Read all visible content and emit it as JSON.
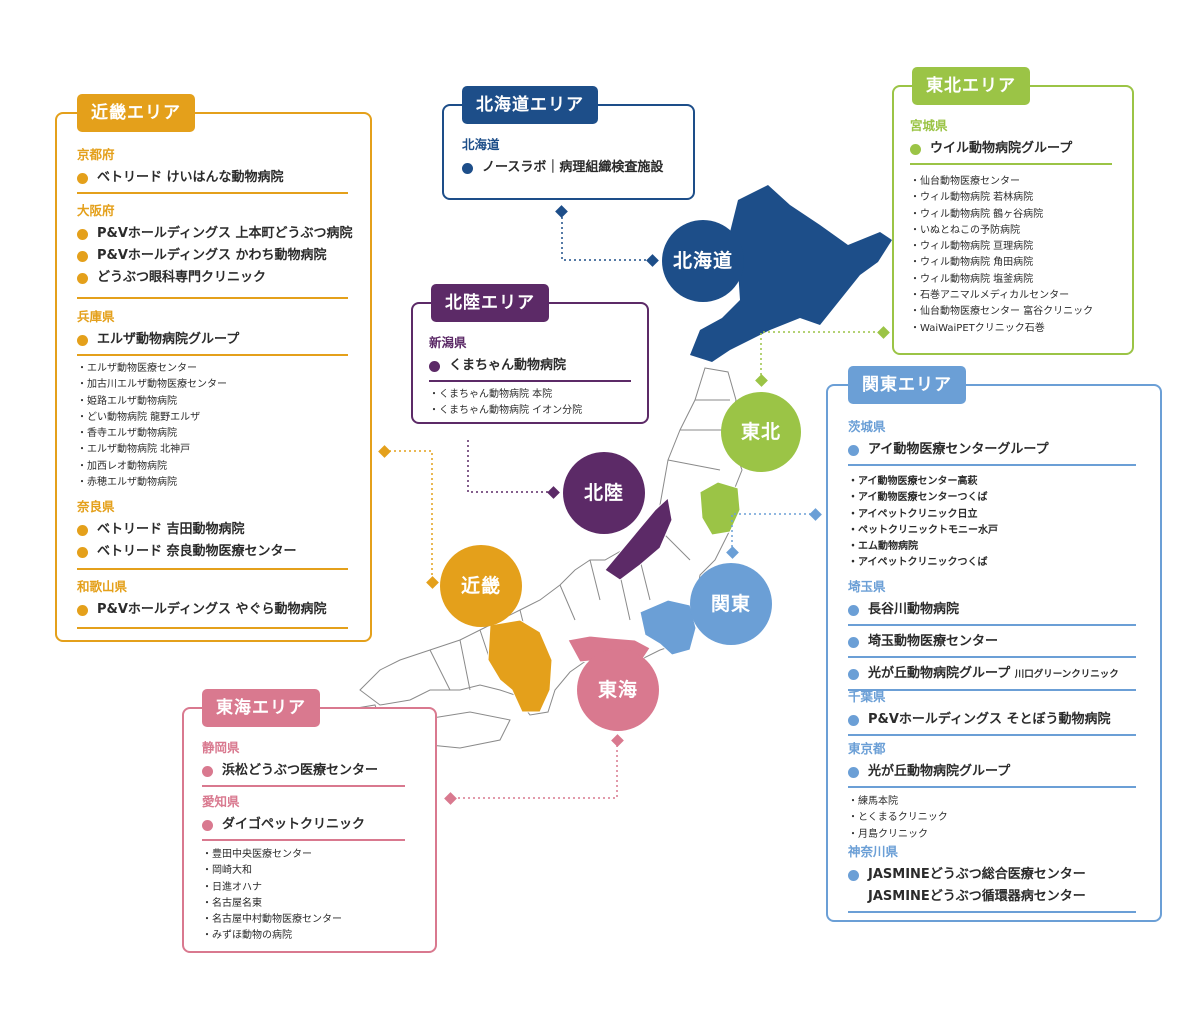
{
  "colors": {
    "hokkaido": "#1d4e89",
    "tohoku": "#9bc446",
    "kanto": "#6b9fd6",
    "tokai": "#d9798f",
    "kinki": "#e4a01b",
    "hokuriku": "#5c2a67"
  },
  "regions": {
    "hokkaido": "北海道",
    "tohoku": "東北",
    "hokuriku": "北陸",
    "kanto": "関東",
    "kinki": "近畿",
    "tokai": "東海"
  },
  "kinki": {
    "title": "近畿エリア",
    "kyoto": {
      "pref": "京都府",
      "items": [
        "ベトリード けいはんな動物病院"
      ]
    },
    "osaka": {
      "pref": "大阪府",
      "items": [
        "P&Vホールディングス 上本町どうぶつ病院",
        "P&Vホールディングス かわち動物病院",
        "どうぶつ眼科専門クリニック"
      ]
    },
    "hyogo": {
      "pref": "兵庫県",
      "items": [
        "エルザ動物病院グループ"
      ],
      "subs": [
        "・エルザ動物医療センター",
        "・加古川エルザ動物医療センター",
        "・姫路エルザ動物病院",
        "・どい動物病院 龍野エルザ",
        "・香寺エルザ動物病院",
        "・エルザ動物病院 北神戸",
        "・加西レオ動物病院",
        "・赤穂エルザ動物病院"
      ]
    },
    "nara": {
      "pref": "奈良県",
      "items": [
        "ベトリード 吉田動物病院",
        "ベトリード 奈良動物医療センター"
      ]
    },
    "wakayama": {
      "pref": "和歌山県",
      "items": [
        "P&Vホールディングス やぐら動物病院"
      ]
    }
  },
  "hokkaido": {
    "title": "北海道エリア",
    "pref": "北海道",
    "items": [
      "ノースラボ｜病理組織検査施設"
    ]
  },
  "hokuriku": {
    "title": "北陸エリア",
    "pref": "新潟県",
    "items": [
      "くまちゃん動物病院"
    ],
    "subs": [
      "・くまちゃん動物病院 本院",
      "・くまちゃん動物病院 イオン分院"
    ]
  },
  "tohoku": {
    "title": "東北エリア",
    "pref": "宮城県",
    "items": [
      "ウイル動物病院グループ"
    ],
    "subs": [
      "・仙台動物医療センター",
      "・ウィル動物病院 若林病院",
      "・ウィル動物病院 鶴ヶ谷病院",
      "・いぬとねこの予防病院",
      "・ウィル動物病院 亘理病院",
      "・ウィル動物病院 角田病院",
      "・ウィル動物病院 塩釜病院",
      "・石巻アニマルメディカルセンター",
      "・仙台動物医療センター 富谷クリニック",
      "・WaiWaiPETクリニック石巻"
    ]
  },
  "kanto": {
    "title": "関東エリア",
    "ibaraki": {
      "pref": "茨城県",
      "items": [
        "アイ動物医療センターグループ"
      ],
      "subs": [
        "・アイ動物医療センター高萩",
        "・アイ動物医療センターつくば",
        "・アイペットクリニック日立",
        "・ペットクリニックトモニー水戸",
        "・エム動物病院",
        "・アイペットクリニックつくば"
      ]
    },
    "saitama": {
      "pref": "埼玉県",
      "items": [
        "長谷川動物病院",
        "埼玉動物医療センター"
      ],
      "hikari": "光が丘動物病院グループ",
      "hikari_small": "川口グリーンクリニック"
    },
    "chiba": {
      "pref": "千葉県",
      "items": [
        "P&Vホールディングス そとぼう動物病院"
      ]
    },
    "tokyo": {
      "pref": "東京都",
      "items": [
        "光が丘動物病院グループ"
      ],
      "subs": [
        "・練馬本院",
        "・とくまるクリニック",
        "・月島クリニック"
      ]
    },
    "kanagawa": {
      "pref": "神奈川県",
      "items": [
        "JASMINEどうぶつ総合医療センター"
      ],
      "line2": "JASMINEどうぶつ循環器病センター"
    }
  },
  "tokai": {
    "title": "東海エリア",
    "shizuoka": {
      "pref": "静岡県",
      "items": [
        "浜松どうぶつ医療センター"
      ]
    },
    "aichi": {
      "pref": "愛知県",
      "items": [
        "ダイゴペットクリニック"
      ],
      "subs": [
        "・豊田中央医療センター",
        "・岡崎大和",
        "・日進オハナ",
        "・名古屋名東",
        "・名古屋中村動物医療センター",
        "・みずほ動物の病院"
      ]
    }
  }
}
